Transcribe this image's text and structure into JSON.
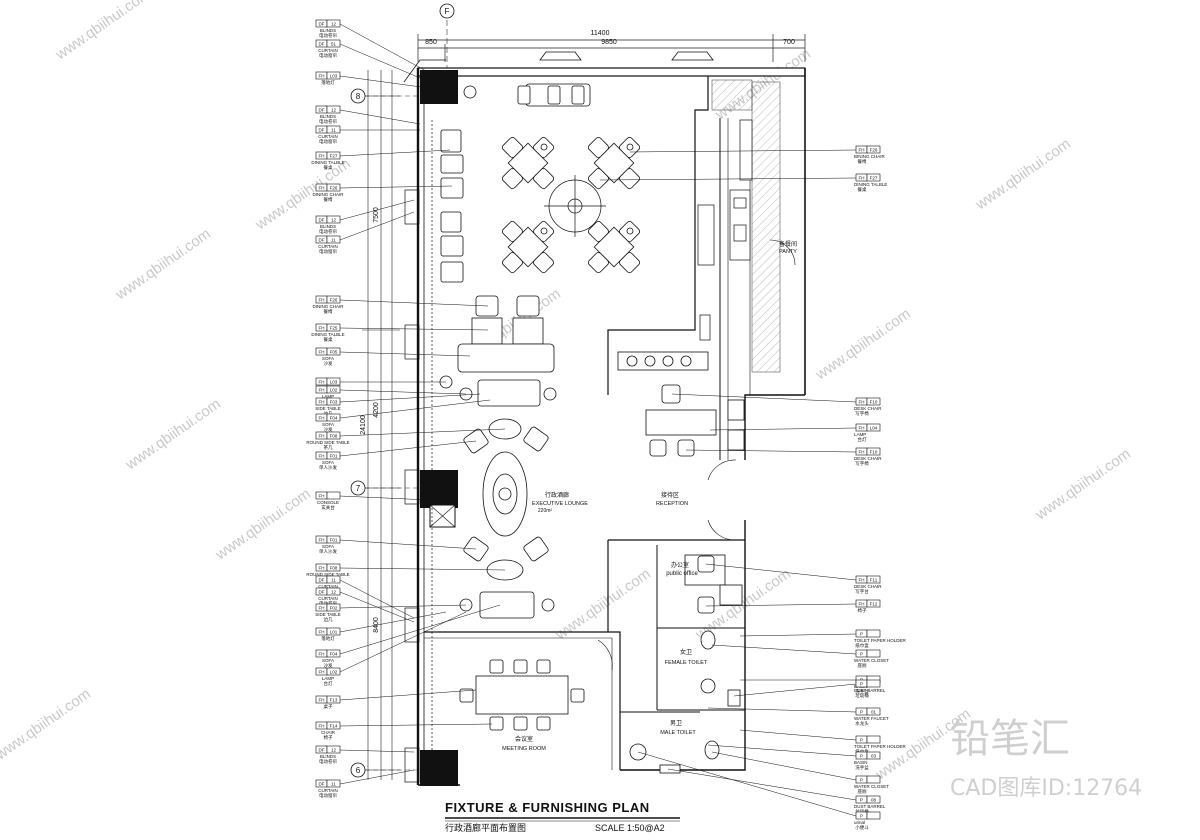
{
  "grid_axes": {
    "top": "F",
    "row_8": "8",
    "row_7": "7",
    "row_6": "6"
  },
  "dimensions": {
    "overall_width": "11400",
    "segments": [
      "850",
      "9850",
      "700"
    ],
    "vertical_total": "24100",
    "vertical_segments": [
      "7500",
      "4200",
      "8400"
    ]
  },
  "left_tags": [
    {
      "code": "DF",
      "num": "12",
      "en": "BLINDS",
      "cn": "电动卷帘"
    },
    {
      "code": "DF",
      "num": "51",
      "en": "CURTAIN",
      "cn": "电动窗帘"
    },
    {
      "code": "FH",
      "num": "L03",
      "en": "",
      "cn": "落地灯"
    },
    {
      "code": "DF",
      "num": "12",
      "en": "BLINDS",
      "cn": "电动卷帘"
    },
    {
      "code": "DF",
      "num": "11",
      "en": "CURTAIN",
      "cn": "电动窗帘"
    },
    {
      "code": "FH",
      "num": "F27",
      "en": "DINING TALBLE",
      "cn": "餐桌"
    },
    {
      "code": "FH",
      "num": "F26",
      "en": "DINING CHAIR",
      "cn": "餐椅"
    },
    {
      "code": "DF",
      "num": "12",
      "en": "BLINDS",
      "cn": "电动卷帘"
    },
    {
      "code": "DF",
      "num": "11",
      "en": "CURTAIN",
      "cn": "电动窗帘"
    },
    {
      "code": "FH",
      "num": "F26",
      "en": "DINING CHAIR",
      "cn": "餐椅"
    },
    {
      "code": "FH",
      "num": "F25",
      "en": "DINING TALBLE",
      "cn": "餐桌"
    },
    {
      "code": "FH",
      "num": "F05",
      "en": "SOFA",
      "cn": "沙发"
    },
    {
      "code": "FH",
      "num": "L03",
      "en": "",
      "cn": "落地灯"
    },
    {
      "code": "FH",
      "num": "L02",
      "en": "LAMP",
      "cn": "台灯"
    },
    {
      "code": "FH",
      "num": "F03",
      "en": "SIDE TABLE",
      "cn": "边几"
    },
    {
      "code": "FH",
      "num": "F04",
      "en": "SOFA",
      "cn": "沙发"
    },
    {
      "code": "FH",
      "num": "F08",
      "en": "ROUND SIDE TABLE",
      "cn": "茶几"
    },
    {
      "code": "FH",
      "num": "F01",
      "en": "SOFA",
      "cn": "单人沙发"
    },
    {
      "code": "FH",
      "num": "",
      "en": "CONSOLE",
      "cn": "玄关台"
    },
    {
      "code": "FH",
      "num": "F01",
      "en": "SOFA",
      "cn": "单人沙发"
    },
    {
      "code": "FH",
      "num": "F08",
      "en": "ROUND SIDE TABLE",
      "cn": "茶几"
    },
    {
      "code": "DF",
      "num": "11",
      "en": "CURTAIN",
      "cn": "电动窗帘"
    },
    {
      "code": "DF",
      "num": "12",
      "en": "CURTAIN",
      "cn": "电动卷帘"
    },
    {
      "code": "FH",
      "num": "F02",
      "en": "SIDE TABLE",
      "cn": "边几"
    },
    {
      "code": "FH",
      "num": "L01",
      "en": "",
      "cn": "落地灯"
    },
    {
      "code": "FH",
      "num": "F04",
      "en": "SOFA",
      "cn": "沙发"
    },
    {
      "code": "FH",
      "num": "L02",
      "en": "LAMP",
      "cn": "台灯"
    },
    {
      "code": "FH",
      "num": "F13",
      "en": "",
      "cn": "桌子"
    },
    {
      "code": "FH",
      "num": "F14",
      "en": "CHAIR",
      "cn": "椅子"
    },
    {
      "code": "DF",
      "num": "12",
      "en": "BLINDS",
      "cn": "电动卷帘"
    },
    {
      "code": "DF",
      "num": "11",
      "en": "CURTAIN",
      "cn": "电动窗帘"
    }
  ],
  "right_tags": [
    {
      "code": "FH",
      "num": "F26",
      "en": "BINING CHAIR",
      "cn": "餐椅"
    },
    {
      "code": "FH",
      "num": "F27",
      "en": "DINING TALBLE",
      "cn": "餐桌"
    },
    {
      "code": "FH",
      "num": "F10",
      "en": "DESK CHAIR",
      "cn": "写字椅"
    },
    {
      "code": "FH",
      "num": "L04",
      "en": "LAMP",
      "cn": "台灯"
    },
    {
      "code": "FH",
      "num": "F10",
      "en": "DESK CHAIR",
      "cn": "写字椅"
    },
    {
      "code": "FH",
      "num": "F11",
      "en": "DESK CHAIR",
      "cn": "写字台"
    },
    {
      "code": "FH",
      "num": "F12",
      "en": "",
      "cn": "椅子"
    },
    {
      "code": "P",
      "num": "",
      "en": "TOILET PAPER HOLDER",
      "cn": "纸巾盒"
    },
    {
      "code": "P",
      "num": "",
      "en": "WATER CLOSET",
      "cn": "座厕"
    },
    {
      "code": "P",
      "num": "",
      "en": "BASIN",
      "cn": "洗手盆"
    },
    {
      "code": "P",
      "num": "",
      "en": "DUST BARREL",
      "cn": "垃圾桶"
    },
    {
      "code": "P",
      "num": "01",
      "en": "WATER FAUCET",
      "cn": "水龙头"
    },
    {
      "code": "P",
      "num": "",
      "en": "TOILET PAPER HOLDER",
      "cn": "纸巾盒"
    },
    {
      "code": "P",
      "num": "03",
      "en": "BASIN",
      "cn": "洗手盆"
    },
    {
      "code": "P",
      "num": "",
      "en": "WATER CLOSET",
      "cn": "座厕"
    },
    {
      "code": "P",
      "num": "08",
      "en": "DUST BARREL",
      "cn": "垃圾桶"
    },
    {
      "code": "P",
      "num": "",
      "en": "urinal",
      "cn": "小便斗"
    }
  ],
  "rooms": {
    "pantry_cn": "备餐间",
    "pantry_en": "PANTY",
    "lounge_cn": "行政酒廊",
    "lounge_en": "EXECUTIVE LOUNGE",
    "lounge_area": "220m²",
    "reception_cn": "接待区",
    "reception_en": "RECEPTION",
    "office_cn": "办公室",
    "office_en": "public office",
    "female_cn": "女卫",
    "female_en": "FEMALE TOILET",
    "male_cn": "男卫",
    "male_en": "MALE TOILET",
    "meeting_cn": "会议室",
    "meeting_en": "MEETING ROOM"
  },
  "title_block": {
    "title_en": "FIXTURE & FURNISHING PLAN",
    "title_cn": "行政酒廊平面布置图",
    "scale": "SCALE   1:50@A2"
  },
  "watermarks": {
    "url": "www.qbiihui.com",
    "brand_cn": "铅笔汇",
    "brand_id": "CAD图库ID:12764"
  }
}
